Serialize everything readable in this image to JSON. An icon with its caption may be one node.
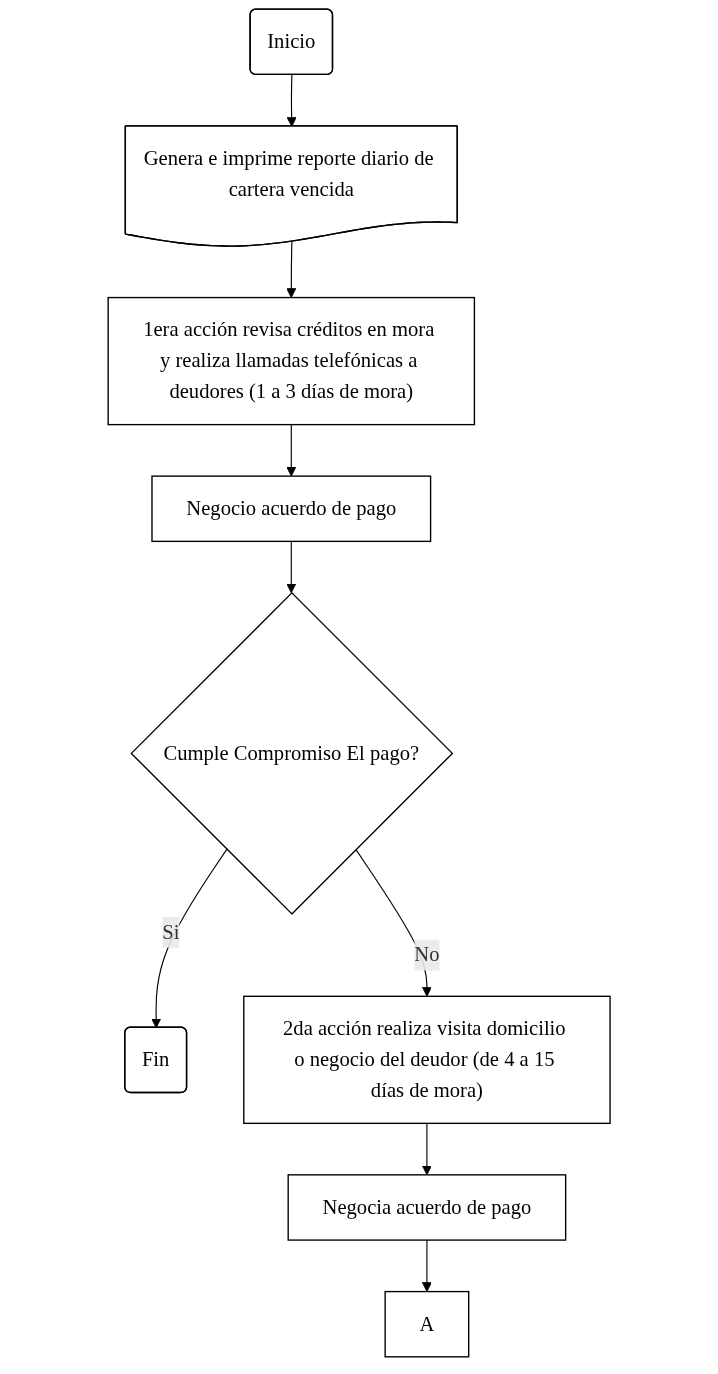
{
  "diagram": {
    "nodes": [
      {
        "text": [
          "Inicio"
        ]
      },
      {
        "text": [
          "Genera e imprime reporte diario de cartera vencida"
        ]
      },
      {
        "text": [
          "1era acción revisa créditos en mora y realiza llamadas telefónicas a deudores (1 a 3 días de mora)"
        ]
      },
      {
        "text": [
          "Negocio acuerdo de pago"
        ]
      },
      {
        "text": [
          "Cumple Compromiso El pago?"
        ]
      },
      {
        "text": [
          "Fin"
        ]
      },
      {
        "text": [
          "2da acción realiza visita domicilio o negocio del deudor (de 4 a 15 días de mora)"
        ]
      },
      {
        "text": [
          "Negocia acuerdo de pago"
        ]
      },
      {
        "text": [
          "A"
        ]
      }
    ],
    "edges": [
      {
        "from": 0,
        "to": 1,
        "arrow": "to"
      },
      {
        "from": 1,
        "to": 2,
        "arrow": "to"
      },
      {
        "from": 2,
        "to": 3,
        "arrow": "to"
      },
      {
        "from": 3,
        "to": 4,
        "arrow": "to"
      },
      {
        "from": 4,
        "to": 5,
        "arrow": "to",
        "label": "Si"
      },
      {
        "from": 4,
        "to": 6,
        "arrow": "to",
        "label": "No"
      },
      {
        "from": 6,
        "to": 7,
        "arrow": "to"
      },
      {
        "from": 7,
        "to": 8,
        "arrow": "to"
      }
    ]
  }
}
